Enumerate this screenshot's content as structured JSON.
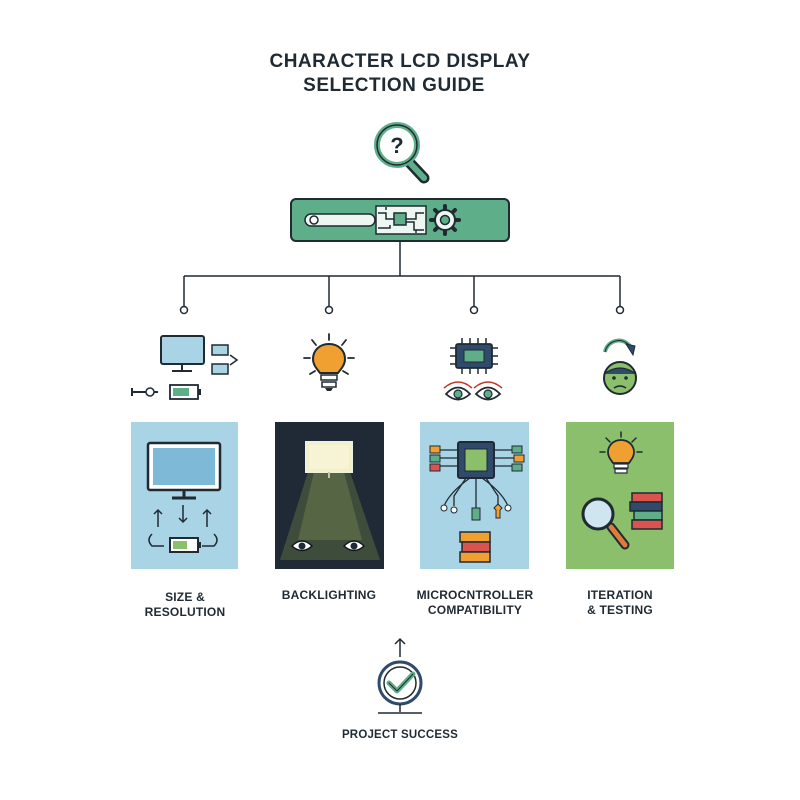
{
  "title": {
    "line1": "CHARACTER LCD DISPLAY",
    "line2": "SELECTION GUIDE"
  },
  "icons": {
    "top": "magnifier-question-icon",
    "bar": "circuit-gear-bar",
    "final": "check-circle-icon"
  },
  "categories": [
    {
      "label_line1": "SIZE &",
      "label_line2": "RESOLUTION",
      "icon": "monitor-battery-icon",
      "panel_color": "#a8d4e6"
    },
    {
      "label_line1": "BACKLIGHTING",
      "label_line2": "",
      "icon": "lightbulb-icon",
      "panel_color": "#1f2a36"
    },
    {
      "label_line1": "MICROCNTROLLER",
      "label_line2": "COMPATIBILITY",
      "icon": "chip-eyes-icon",
      "panel_color": "#a8d4e6"
    },
    {
      "label_line1": "ITERATION",
      "label_line2": "& TESTING",
      "icon": "face-refresh-icon",
      "panel_color": "#8cbf6b"
    }
  ],
  "final": {
    "label": "PROJECT SUCCESS"
  },
  "colors": {
    "green": "#5fae8a",
    "dark": "#1f2a33",
    "blue": "#a8d4e6",
    "orange": "#f0a030",
    "olive": "#8cbf6b"
  }
}
